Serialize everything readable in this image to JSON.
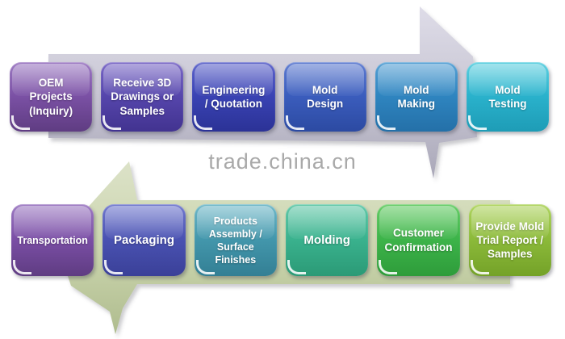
{
  "watermark": {
    "text": "trade.china.cn",
    "color": "#A9A9A9"
  },
  "diagram": {
    "rows": [
      {
        "id": "forward",
        "arrow_direction": "right",
        "arrow_icon": "right-arrow",
        "arrow_colors": {
          "light": "#DEDCE8",
          "mid": "#C9C7D4",
          "dark": "#A9A7B8"
        },
        "steps": [
          {
            "label": "OEM Projects (Inquiry)",
            "lines": [
              "OEM",
              "Projects",
              "(Inquiry)"
            ],
            "colors": {
              "light": "#9C79C2",
              "base": "#7B51A5",
              "dark": "#5F3C82"
            }
          },
          {
            "label": "Receive 3D Drawings or Samples",
            "lines": [
              "Receive 3D",
              "Drawings or",
              "Samples"
            ],
            "colors": {
              "light": "#7A68C6",
              "base": "#5646AC",
              "dark": "#423390"
            }
          },
          {
            "label": "Engineering / Quotation",
            "lines": [
              "Engineering",
              "/ Quotation"
            ],
            "colors": {
              "light": "#5E64CA",
              "base": "#3A43B4",
              "dark": "#2B3296"
            }
          },
          {
            "label": "Mold Design",
            "lines": [
              "Mold",
              "Design"
            ],
            "colors": {
              "light": "#5E7BD0",
              "base": "#3B5DBD",
              "dark": "#2C4AA2"
            }
          },
          {
            "label": "Mold Making",
            "lines": [
              "Mold",
              "Making"
            ],
            "colors": {
              "light": "#55A0D4",
              "base": "#2F85C0",
              "dark": "#2470A8"
            }
          },
          {
            "label": "Mold Testing",
            "lines": [
              "Mold",
              "Testing"
            ],
            "colors": {
              "light": "#5ED0E0",
              "base": "#2AB2CC",
              "dark": "#1E9CB6"
            }
          }
        ]
      },
      {
        "id": "return",
        "arrow_direction": "left",
        "arrow_icon": "left-arrow",
        "arrow_colors": {
          "light": "#DCE2C8",
          "mid": "#CBD5AE",
          "dark": "#AFBC8E"
        },
        "steps": [
          {
            "label": "Transportation",
            "lines": [
              "Transportation"
            ],
            "colors": {
              "light": "#9C79C2",
              "base": "#7B4FA6",
              "dark": "#5F3C82"
            }
          },
          {
            "label": "Packaging",
            "lines": [
              "Packaging"
            ],
            "colors": {
              "light": "#7078CE",
              "base": "#4A52B2",
              "dark": "#3A4098"
            }
          },
          {
            "label": "Products Assembly / Surface Finishes",
            "lines": [
              "Products",
              "Assembly /",
              "Surface",
              "Finishes"
            ],
            "colors": {
              "light": "#6FB8C8",
              "base": "#4397AC",
              "dark": "#337F94"
            }
          },
          {
            "label": "Molding",
            "lines": [
              "Molding"
            ],
            "colors": {
              "light": "#62C8A8",
              "base": "#3AB28E",
              "dark": "#2B9A76"
            }
          },
          {
            "label": "Customer Confirmation",
            "lines": [
              "Customer",
              "Confirmation"
            ],
            "colors": {
              "light": "#66CC66",
              "base": "#3DB44A",
              "dark": "#2E9C3A"
            }
          },
          {
            "label": "Provide Mold Trial Report / Samples",
            "lines": [
              "Provide Mold",
              "Trial Report /",
              "Samples"
            ],
            "colors": {
              "light": "#AFD45F",
              "base": "#8CBA3A",
              "dark": "#74A228"
            }
          }
        ]
      }
    ]
  }
}
